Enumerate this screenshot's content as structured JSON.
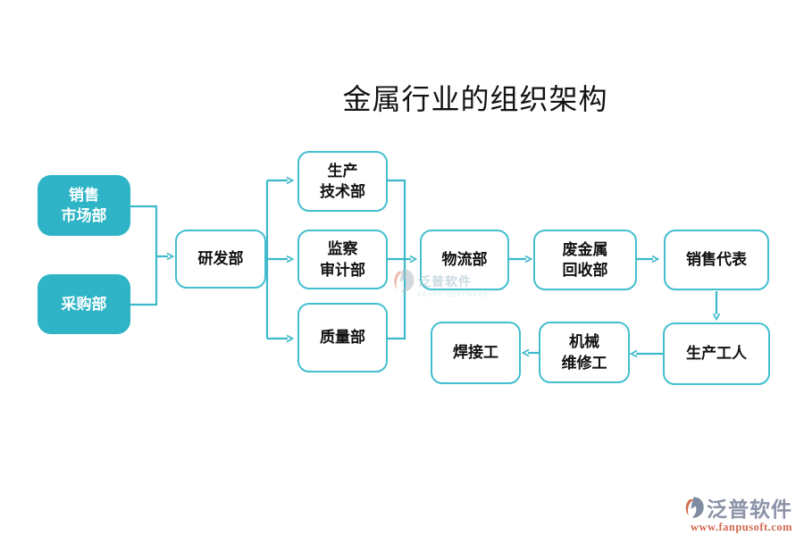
{
  "title": {
    "text": "金属行业的组织架构"
  },
  "diagram_type": "organization-flowchart",
  "colors": {
    "node_fill": "#2eb4c6",
    "node_border": "#43becf",
    "connector": "#3cb9ca",
    "node_text_dark": "#111111",
    "node_text_light": "#ffffff",
    "title_text": "#121212",
    "watermark_brand": "#8c93a8",
    "watermark_url": "#d2684e"
  },
  "nodes": [
    {
      "id": "sales-market",
      "label": "销售\n市场部",
      "style": "filled"
    },
    {
      "id": "purchasing",
      "label": "采购部",
      "style": "filled"
    },
    {
      "id": "rnd",
      "label": "研发部",
      "style": "outline"
    },
    {
      "id": "production-tech",
      "label": "生产\n技术部",
      "style": "outline"
    },
    {
      "id": "supervision-audit",
      "label": "监察\n审计部",
      "style": "outline"
    },
    {
      "id": "quality",
      "label": "质量部",
      "style": "outline"
    },
    {
      "id": "logistics",
      "label": "物流部",
      "style": "outline"
    },
    {
      "id": "scrap-recycling",
      "label": "废金属\n回收部",
      "style": "outline"
    },
    {
      "id": "sales-rep",
      "label": "销售代表",
      "style": "outline"
    },
    {
      "id": "production-worker",
      "label": "生产工人",
      "style": "outline"
    },
    {
      "id": "machine-maintenance",
      "label": "机械\n维修工",
      "style": "outline"
    },
    {
      "id": "welder",
      "label": "焊接工",
      "style": "outline"
    }
  ],
  "edges": [
    {
      "from": "销售市场部",
      "to": "研发部"
    },
    {
      "from": "采购部",
      "to": "研发部"
    },
    {
      "from": "研发部",
      "to": "生产技术部"
    },
    {
      "from": "研发部",
      "to": "监察审计部"
    },
    {
      "from": "研发部",
      "to": "质量部"
    },
    {
      "from": "生产技术部",
      "to": "物流部"
    },
    {
      "from": "监察审计部",
      "to": "物流部"
    },
    {
      "from": "质量部",
      "to": "物流部"
    },
    {
      "from": "物流部",
      "to": "废金属回收部"
    },
    {
      "from": "废金属回收部",
      "to": "销售代表"
    },
    {
      "from": "销售代表",
      "to": "生产工人"
    },
    {
      "from": "生产工人",
      "to": "机械维修工"
    },
    {
      "from": "机械维修工",
      "to": "焊接工"
    }
  ],
  "watermarks": {
    "center": {
      "brand": "泛普软件",
      "sub": "FANPU SOFTWARE"
    },
    "bottom_right": {
      "brand": "泛普软件",
      "url": "www.fanpusoft.com"
    }
  }
}
